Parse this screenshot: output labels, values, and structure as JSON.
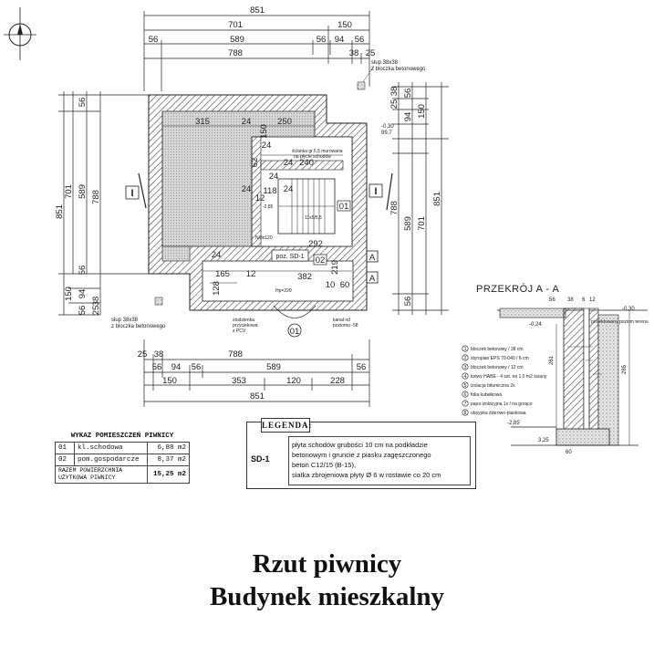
{
  "title": {
    "line1": "Rzut piwnicy",
    "line2": "Budynek mieszkalny"
  },
  "top_dims": {
    "row1": "851",
    "row2a": "701",
    "row2b": "150",
    "row3": [
      "56",
      "589",
      "56",
      "94",
      "56"
    ],
    "row4a": "788",
    "row4b": "38",
    "row4c": "25"
  },
  "left_dims": [
    "851",
    "701",
    "589",
    "788",
    "56",
    "56",
    "150",
    "94",
    "56",
    "25",
    "38"
  ],
  "right_dims": [
    "38",
    "25",
    "56",
    "94",
    "150",
    "788",
    "589",
    "701",
    "851",
    "56"
  ],
  "bottom_dims": {
    "row1a": "788",
    "row1b": "25",
    "row1c": "38",
    "row2": [
      "56",
      "94",
      "56",
      "589",
      "56"
    ],
    "row3": [
      "150",
      "353",
      "120",
      "228"
    ],
    "row4": "851"
  },
  "interior_dims": [
    "315",
    "24",
    "150",
    "250",
    "24",
    "62",
    "24",
    "240",
    "24",
    "24",
    "118",
    "24",
    "12",
    "292",
    "24",
    "165",
    "12",
    "128",
    "382",
    "10",
    "60",
    "219"
  ],
  "notes": {
    "pillar_top": "słup 38x38",
    "pillar_top2": "z bloczka betonowego",
    "pillar_bottom": "słup 38x38",
    "pillar_bottom2": "z bloczka betonowego",
    "well": "studzienka",
    "well2": "przyciekowa",
    "well3": "z PCV",
    "channel": "kanał od",
    "channel2": "poziomu -58",
    "stair_wall": "ścianka gr.6,5 murowana",
    "stair_wall2": "na płycie schodów",
    "window": "N/3x120",
    "level_a": "-0,30",
    "level_b": "99,7",
    "level_in": "-2,85",
    "door": "Hp=220",
    "stairs_steps": "11x5/5,5"
  },
  "markers": {
    "section_left": "I",
    "section_right": "I",
    "section_a": "A",
    "section_a2": "A",
    "room1": "01",
    "room2": "02",
    "entry": "01",
    "pos_label": "poz. SD-1"
  },
  "section": {
    "title": "PRZEKRÓJ A - A",
    "dims_top": [
      "56",
      "38",
      "6",
      "12"
    ],
    "level_top": "-0,30",
    "level_label": "projektowany poziom terenu",
    "level_mid": "-0,24",
    "level_bot": "-2,85",
    "h1": "261",
    "h2": "285",
    "b1": "3,25",
    "b2": "60",
    "layers": [
      {
        "n": "1",
        "t": "bloczek betonowy / 38 cm"
      },
      {
        "n": "2",
        "t": "styropian EPS 70-040 / 6 cm"
      },
      {
        "n": "3",
        "t": "bloczek betonowy / 12 cm"
      },
      {
        "n": "4",
        "t": "kotwy HABE - 4 szt. na 1,0 m2 ściany"
      },
      {
        "n": "5",
        "t": "izolacja bitumiczna 2x"
      },
      {
        "n": "6",
        "t": "folia kubełkowa"
      },
      {
        "n": "7",
        "t": "papa izolacyjna 1x / na gorąco"
      },
      {
        "n": "8",
        "t": "obsypka żwirowo-piaskowa"
      }
    ]
  },
  "rooms_table": {
    "caption": "WYKAZ POMIESZCZEŃ PIWNICY",
    "rows": [
      {
        "no": "01",
        "name": "kl.schodowa",
        "area": "6,88 m2"
      },
      {
        "no": "02",
        "name": "pom.gospodarcze",
        "area": "8,37 m2"
      }
    ],
    "total_label": "RAZEM POWIERZCHNIA",
    "total_label2": "UŻYTKOWA PIWNICY",
    "total": "15,25 m2"
  },
  "legend": {
    "tab": "LEGENDA:",
    "code": "SD-1",
    "lines": [
      "płyta schodów grubości 10 cm  na podkładzie",
      "betonowym i gruncie z piasku zagęszczonego",
      "beton C12/15 (B-15),",
      "siatka zbrojeniowa płyty  Ø 6 w rostawie co 20 cm"
    ]
  }
}
